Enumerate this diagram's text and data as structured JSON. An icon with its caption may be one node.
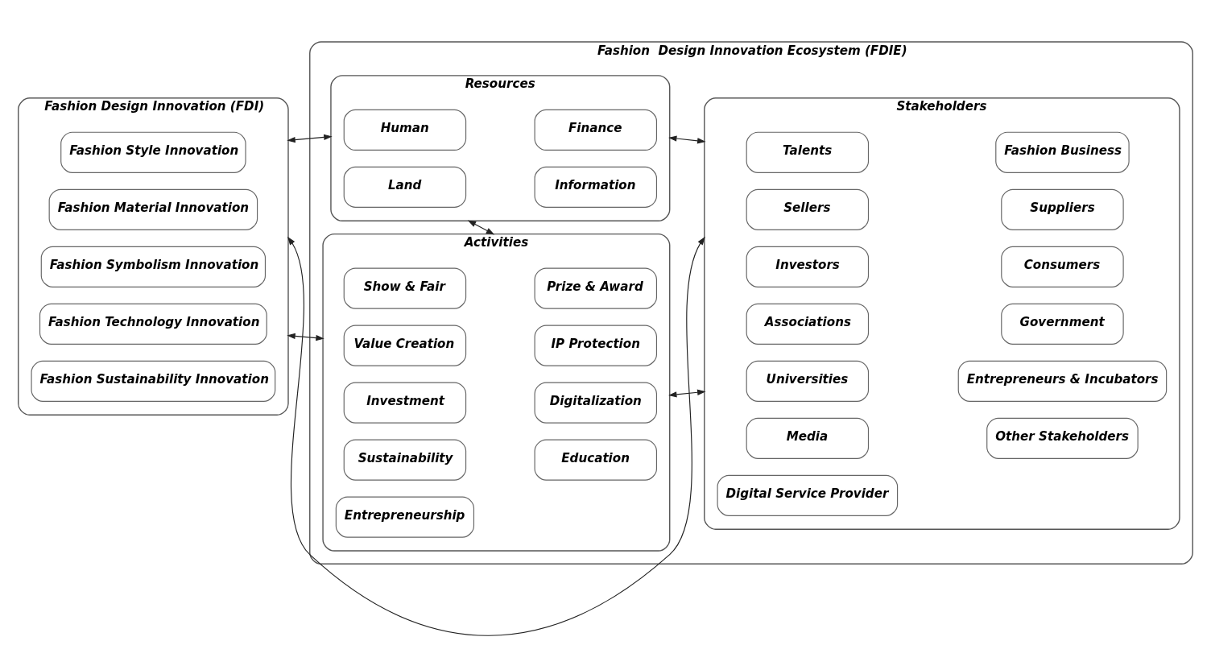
{
  "diagram": {
    "nodes": [
      {
        "text": [
          "Fashion  Design Innovation Ecosystem (FDIE)"
        ]
      },
      {
        "text": [
          "Resources"
        ],
        "in": 0
      },
      {
        "text": [
          "Human"
        ],
        "in": 1
      },
      {
        "text": [
          "Finance"
        ],
        "in": 1
      },
      {
        "text": [
          "Land"
        ],
        "in": 1
      },
      {
        "text": [
          "Information"
        ],
        "in": 1
      },
      {
        "text": [
          "Activities"
        ],
        "in": 0
      },
      {
        "text": [
          "Show & Fair"
        ],
        "in": 6
      },
      {
        "text": [
          "Prize & Award"
        ],
        "in": 6
      },
      {
        "text": [
          "Value Creation"
        ],
        "in": 6
      },
      {
        "text": [
          "IP Protection"
        ],
        "in": 6
      },
      {
        "text": [
          "Investment"
        ],
        "in": 6
      },
      {
        "text": [
          "Digitalization"
        ],
        "in": 6
      },
      {
        "text": [
          "Sustainability"
        ],
        "in": 6
      },
      {
        "text": [
          "Education"
        ],
        "in": 6
      },
      {
        "text": [
          "Entrepreneurship"
        ],
        "in": 6
      },
      {
        "text": [
          "Stakeholders"
        ],
        "in": 0
      },
      {
        "text": [
          "Talents"
        ],
        "in": 16
      },
      {
        "text": [
          "Fashion Business"
        ],
        "in": 16
      },
      {
        "text": [
          "Sellers"
        ],
        "in": 16
      },
      {
        "text": [
          "Suppliers"
        ],
        "in": 16
      },
      {
        "text": [
          "Investors"
        ],
        "in": 16
      },
      {
        "text": [
          "Consumers"
        ],
        "in": 16
      },
      {
        "text": [
          "Associations"
        ],
        "in": 16
      },
      {
        "text": [
          "Government"
        ],
        "in": 16
      },
      {
        "text": [
          "Universities"
        ],
        "in": 16
      },
      {
        "text": [
          "Entrepreneurs & Incubators"
        ],
        "in": 16
      },
      {
        "text": [
          "Media"
        ],
        "in": 16
      },
      {
        "text": [
          "Other Stakeholders"
        ],
        "in": 16
      },
      {
        "text": [
          "Digital Service Provider"
        ],
        "in": 16
      },
      {
        "text": [
          "Fashion Design Innovation (FDI)"
        ]
      },
      {
        "text": [
          "Fashion Style Innovation"
        ],
        "in": 30
      },
      {
        "text": [
          "Fashion Material Innovation"
        ],
        "in": 30
      },
      {
        "text": [
          "Fashion Symbolism Innovation"
        ],
        "in": 30
      },
      {
        "text": [
          "Fashion Technology Innovation"
        ],
        "in": 30
      },
      {
        "text": [
          "Fashion Sustainability Innovation"
        ],
        "in": 30
      }
    ],
    "edges": [
      {
        "from": 30,
        "to": 1,
        "arrow": "both"
      },
      {
        "from": 1,
        "to": 16,
        "arrow": "both"
      },
      {
        "from": 30,
        "to": 16,
        "arrow": "both"
      },
      {
        "from": 1,
        "to": 6,
        "arrow": "both"
      },
      {
        "from": 30,
        "to": 6,
        "arrow": "both"
      },
      {
        "from": 6,
        "to": 16,
        "arrow": "both"
      }
    ]
  }
}
